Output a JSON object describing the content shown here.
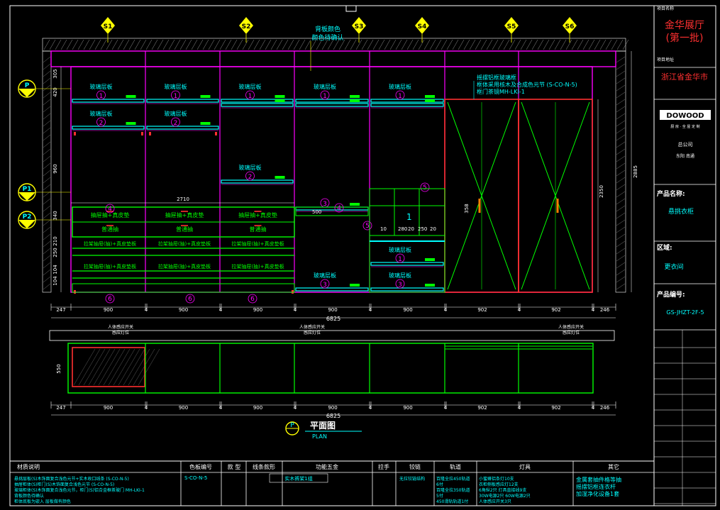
{
  "colors": {
    "frame": "#ffffff",
    "magenta": "#ff00ff",
    "green": "#00ff00",
    "cyan": "#00ffff",
    "yellow": "#ffff00",
    "red": "#ff3030",
    "orange": "#ff7f00",
    "darkred": "#a00000"
  },
  "sections": [
    "S1",
    "S2",
    "S3",
    "S4",
    "S5",
    "S6"
  ],
  "levels": [
    "P",
    "P1",
    "P2"
  ],
  "top_note": [
    "背板颜色",
    "颜色待确认"
  ],
  "glass_shelf": "玻璃层板",
  "drawer_label": "抽屉抽+真皮垫",
  "pull_label": "拉架抽屉(抽)+真皮垫板",
  "drawer_small": "普通抽",
  "wardrobe_note": [
    "摇摆铝框玻璃框",
    "框体采用核木及合成色元节 (S-CO-N-5)",
    "框门茶镜MH-LKI-1"
  ],
  "dims_top": [
    "247",
    "900",
    "4",
    "900",
    "4",
    "900",
    "4",
    "900",
    "4",
    "900",
    "4",
    "902",
    "4",
    "902",
    "4",
    "246"
  ],
  "dims_total": "6825",
  "dims_vertical_left": [
    "305",
    "420",
    "960",
    "340",
    "210",
    "250",
    "104",
    "104"
  ],
  "dims_vertical_right": [
    "2350",
    "2885"
  ],
  "mid_dims": [
    "500",
    "10",
    "280",
    "20",
    "250",
    "20"
  ],
  "dim_2710": "2710",
  "light_note": [
    "人体感应开关",
    "感应灯位"
  ],
  "plan_title": "平面图",
  "plan_sub": "PLAN",
  "plan_dims": [
    "247",
    "900",
    "4",
    "900",
    "4",
    "900",
    "4",
    "900",
    "4",
    "900",
    "4",
    "902",
    "4",
    "902",
    "4",
    "246"
  ],
  "plan_vertical": "550",
  "title_block": {
    "project_name_label": "项目名称",
    "project_name": [
      "金华展厅",
      "(第一批)"
    ],
    "project_location_label": "项目地址",
    "project_location": "浙江省金华市",
    "logo": "DOWOOD",
    "logo_sub": "厨 房 · 全 屋 定 制",
    "company": "总公司",
    "company_sub": "东阳    南通",
    "product_name_label": "产品名称:",
    "product_name": "悬挑衣柜",
    "area_label": "区域:",
    "area": "更衣间",
    "product_code_label": "产品编号:",
    "product_code": "GS-JHZT-2F-5"
  },
  "bottom_table": {
    "headers": [
      "材质说明",
      "色板编号",
      "款 型",
      "线条款形",
      "功能五金",
      "拉手",
      "铰链",
      "轨道",
      "灯具",
      "其它"
    ],
    "material_lines": [
      "悬挑层板(S)木饰面复合浅色元节+实木收口线条 (S-CO-N-5)",
      "抽屉柜体(S)柜门(S)木饰面复合浅色元节 (S-CO-N-5)",
      "玻璃柜体(S)木饰面复合浅色元节，柜门(S)铝合金框茶玻门 MH-LKI-1",
      "背板颜色待确认",
      "柜体底板为嵌入   层板做有颜色"
    ],
    "color_code": "S-CO-N-5",
    "hardware": "实木裤架1组",
    "hinge": "无拉铰链结构",
    "track": [
      "百隆全拉450轨道",
      "6付",
      "百隆全拉350轨道",
      "5付",
      "450滑轨轨道1付"
    ],
    "lights": [
      "小蜜蜂铝条灯10支",
      "衣柜侧板感应灯12支",
      "6角纵2只 灯具直接线9支",
      "30W电源2只 60W电源2只",
      "人体感应开关3只"
    ],
    "other": [
      "金属套抽件格等抽",
      "摇摆铝框连衣杆",
      "加湿净化设备1套"
    ]
  }
}
